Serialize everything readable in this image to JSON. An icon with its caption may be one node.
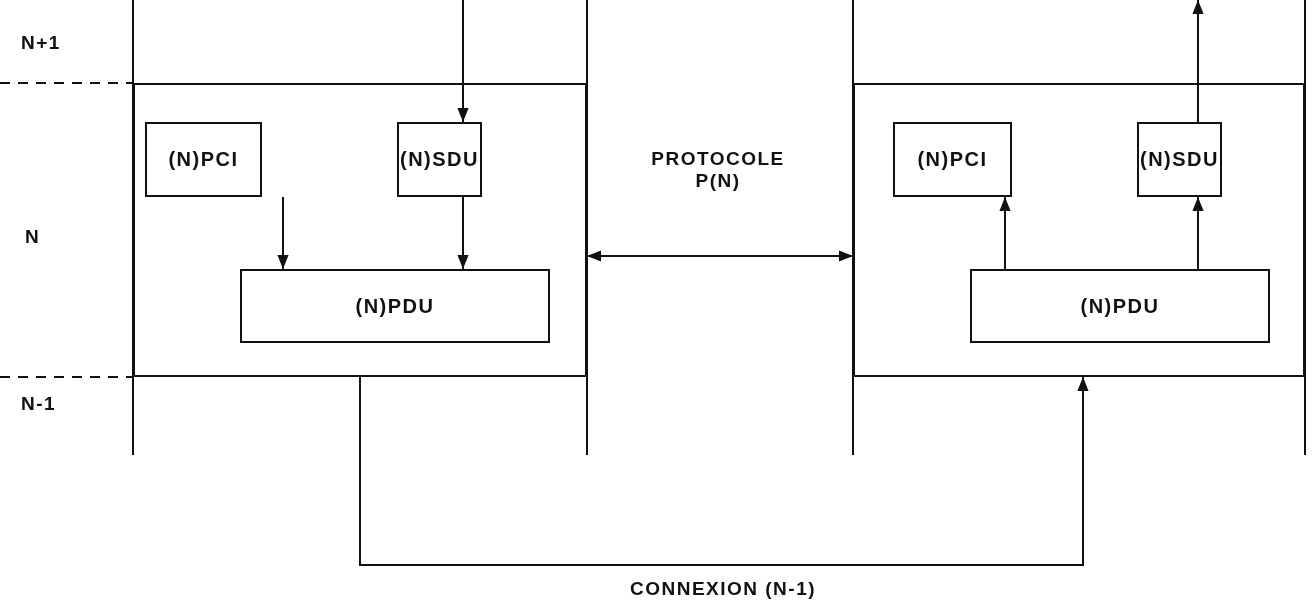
{
  "diagram": {
    "nodes": [
      {
        "text": [],
        "shape": "box"
      },
      {
        "text": [
          "(N)PCI"
        ],
        "in": 0
      },
      {
        "text": [
          "(N)SDU"
        ],
        "in": 0
      },
      {
        "text": [
          "(N)PDU"
        ],
        "in": 0
      },
      {
        "text": [],
        "shape": "box"
      },
      {
        "text": [
          "(N)PCI"
        ],
        "in": 4
      },
      {
        "text": [
          "(N)SDU"
        ],
        "in": 4
      },
      {
        "text": [
          "(N)PDU"
        ],
        "in": 4
      }
    ],
    "edges": [
      {
        "from": null,
        "to": 2,
        "arrow": "to"
      },
      {
        "from": 1,
        "to": 3,
        "arrow": "to"
      },
      {
        "from": 2,
        "to": 3,
        "arrow": "to"
      },
      {
        "from": 7,
        "to": 5,
        "arrow": "to"
      },
      {
        "from": 7,
        "to": 6,
        "arrow": "to"
      },
      {
        "from": 6,
        "to": null,
        "arrow": "to"
      },
      {
        "from": 0,
        "to": 4,
        "arrow": "both",
        "label": "PROTOCOLE P(N)"
      },
      {
        "from": 0,
        "to": 4,
        "arrow": "to",
        "label": "CONNEXION (N-1)"
      }
    ],
    "labels": [
      "N+1",
      "N",
      "N-1"
    ]
  }
}
